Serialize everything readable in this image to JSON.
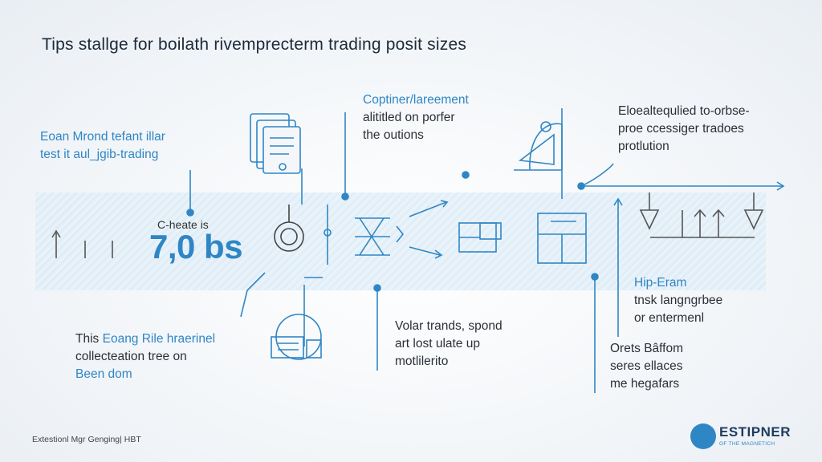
{
  "title": "Tips stallge for boilath rivemprecterm trading posit sizes",
  "labels": {
    "top_left": [
      "Eoan Mrond tefant illar",
      "test it aul_jgib-trading"
    ],
    "top_center": [
      "Coptiner/lareement",
      "alititled on porfer",
      "the outions"
    ],
    "top_right": [
      "Eloealtequlied to-orbse-",
      "proe ccessiger tradoes",
      "protlution"
    ],
    "band_small": "C-heate is",
    "band_big": "7,0 bs",
    "right_mid": [
      "Hip-Eram",
      "tnsk langngrbee",
      "or entermenl"
    ],
    "bottom_left": [
      "This",
      "Eoang Rile hraerinel",
      "collecteation tree on",
      "Been dom"
    ],
    "bottom_center": [
      "Volar trands, spond",
      "art lost ulate up",
      "motlilerito"
    ],
    "bottom_right": [
      "Orets Bâffom",
      "seres ellaces",
      "me hegafars"
    ]
  },
  "footer": "Extestionl Mgr Genging| HBT",
  "logo": {
    "name": "ESTIPNER",
    "sub": "OF THE MAGNETICH"
  },
  "colors": {
    "accent": "#2f86c5",
    "band": "#dcebf6",
    "text": "#2b3038"
  }
}
